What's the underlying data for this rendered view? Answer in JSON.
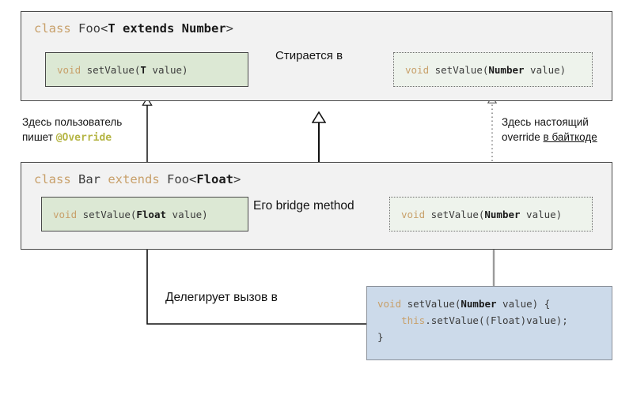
{
  "diagram": {
    "title": "Java generics type erasure and bridge methods",
    "colors": {
      "class_box_fill": "#f2f2f2",
      "class_box_border": "#4a4a4a",
      "method_solid_fill": "#dce8d4",
      "method_dotted_fill": "#eef3ec",
      "bridge_impl_fill": "#ccdaea",
      "bridge_impl_border": "#8a9099",
      "keyword": "#c8a06a",
      "annotation": "#b5b545",
      "text": "#131313",
      "gray_connector": "#9a9a9a"
    }
  },
  "class_foo": {
    "signature_parts": {
      "keyword": "class",
      "rest_plain": " Foo<",
      "rest_bold": "T extends Number",
      "tail": ">"
    },
    "source_method": {
      "keyword": "void",
      "name": " setValue(",
      "type_bold": "T",
      "tail": " value)"
    },
    "erased_method": {
      "keyword": "void",
      "name": " setValue(",
      "type_bold": "Number",
      "tail": " value)"
    }
  },
  "class_bar": {
    "signature_parts": {
      "keyword": "class",
      "name_plain": " Bar ",
      "keyword2": "extends",
      "rest_plain": " Foo<",
      "rest_bold": "Float",
      "tail": ">"
    },
    "source_method": {
      "keyword": "void",
      "name": " setValue(",
      "type_bold": "Float",
      "tail": " value)"
    },
    "bridge_method": {
      "keyword": "void",
      "name": " setValue(",
      "type_bold": "Number",
      "tail": " value)"
    }
  },
  "bridge_impl": {
    "line1_kw": "void",
    "line1_a": " setValue(",
    "line1_bold": "Number",
    "line1_b": " value) {",
    "line2_indent": "    ",
    "line2_kw": "this",
    "line2_rest": ".setValue((Float)value);",
    "line3": "}"
  },
  "labels": {
    "erased_to": "Стирается в",
    "bridge_method": "Его bridge method",
    "delegates_to": "Делегирует вызов в"
  },
  "notes": {
    "override_line1": "Здесь пользователь",
    "override_line2_prefix": "пишет ",
    "override_annotation": "@Override",
    "bytecode_line1": "Здесь настоящий",
    "bytecode_line2_prefix": "override ",
    "bytecode_line2_underlined": "в байткоде"
  }
}
